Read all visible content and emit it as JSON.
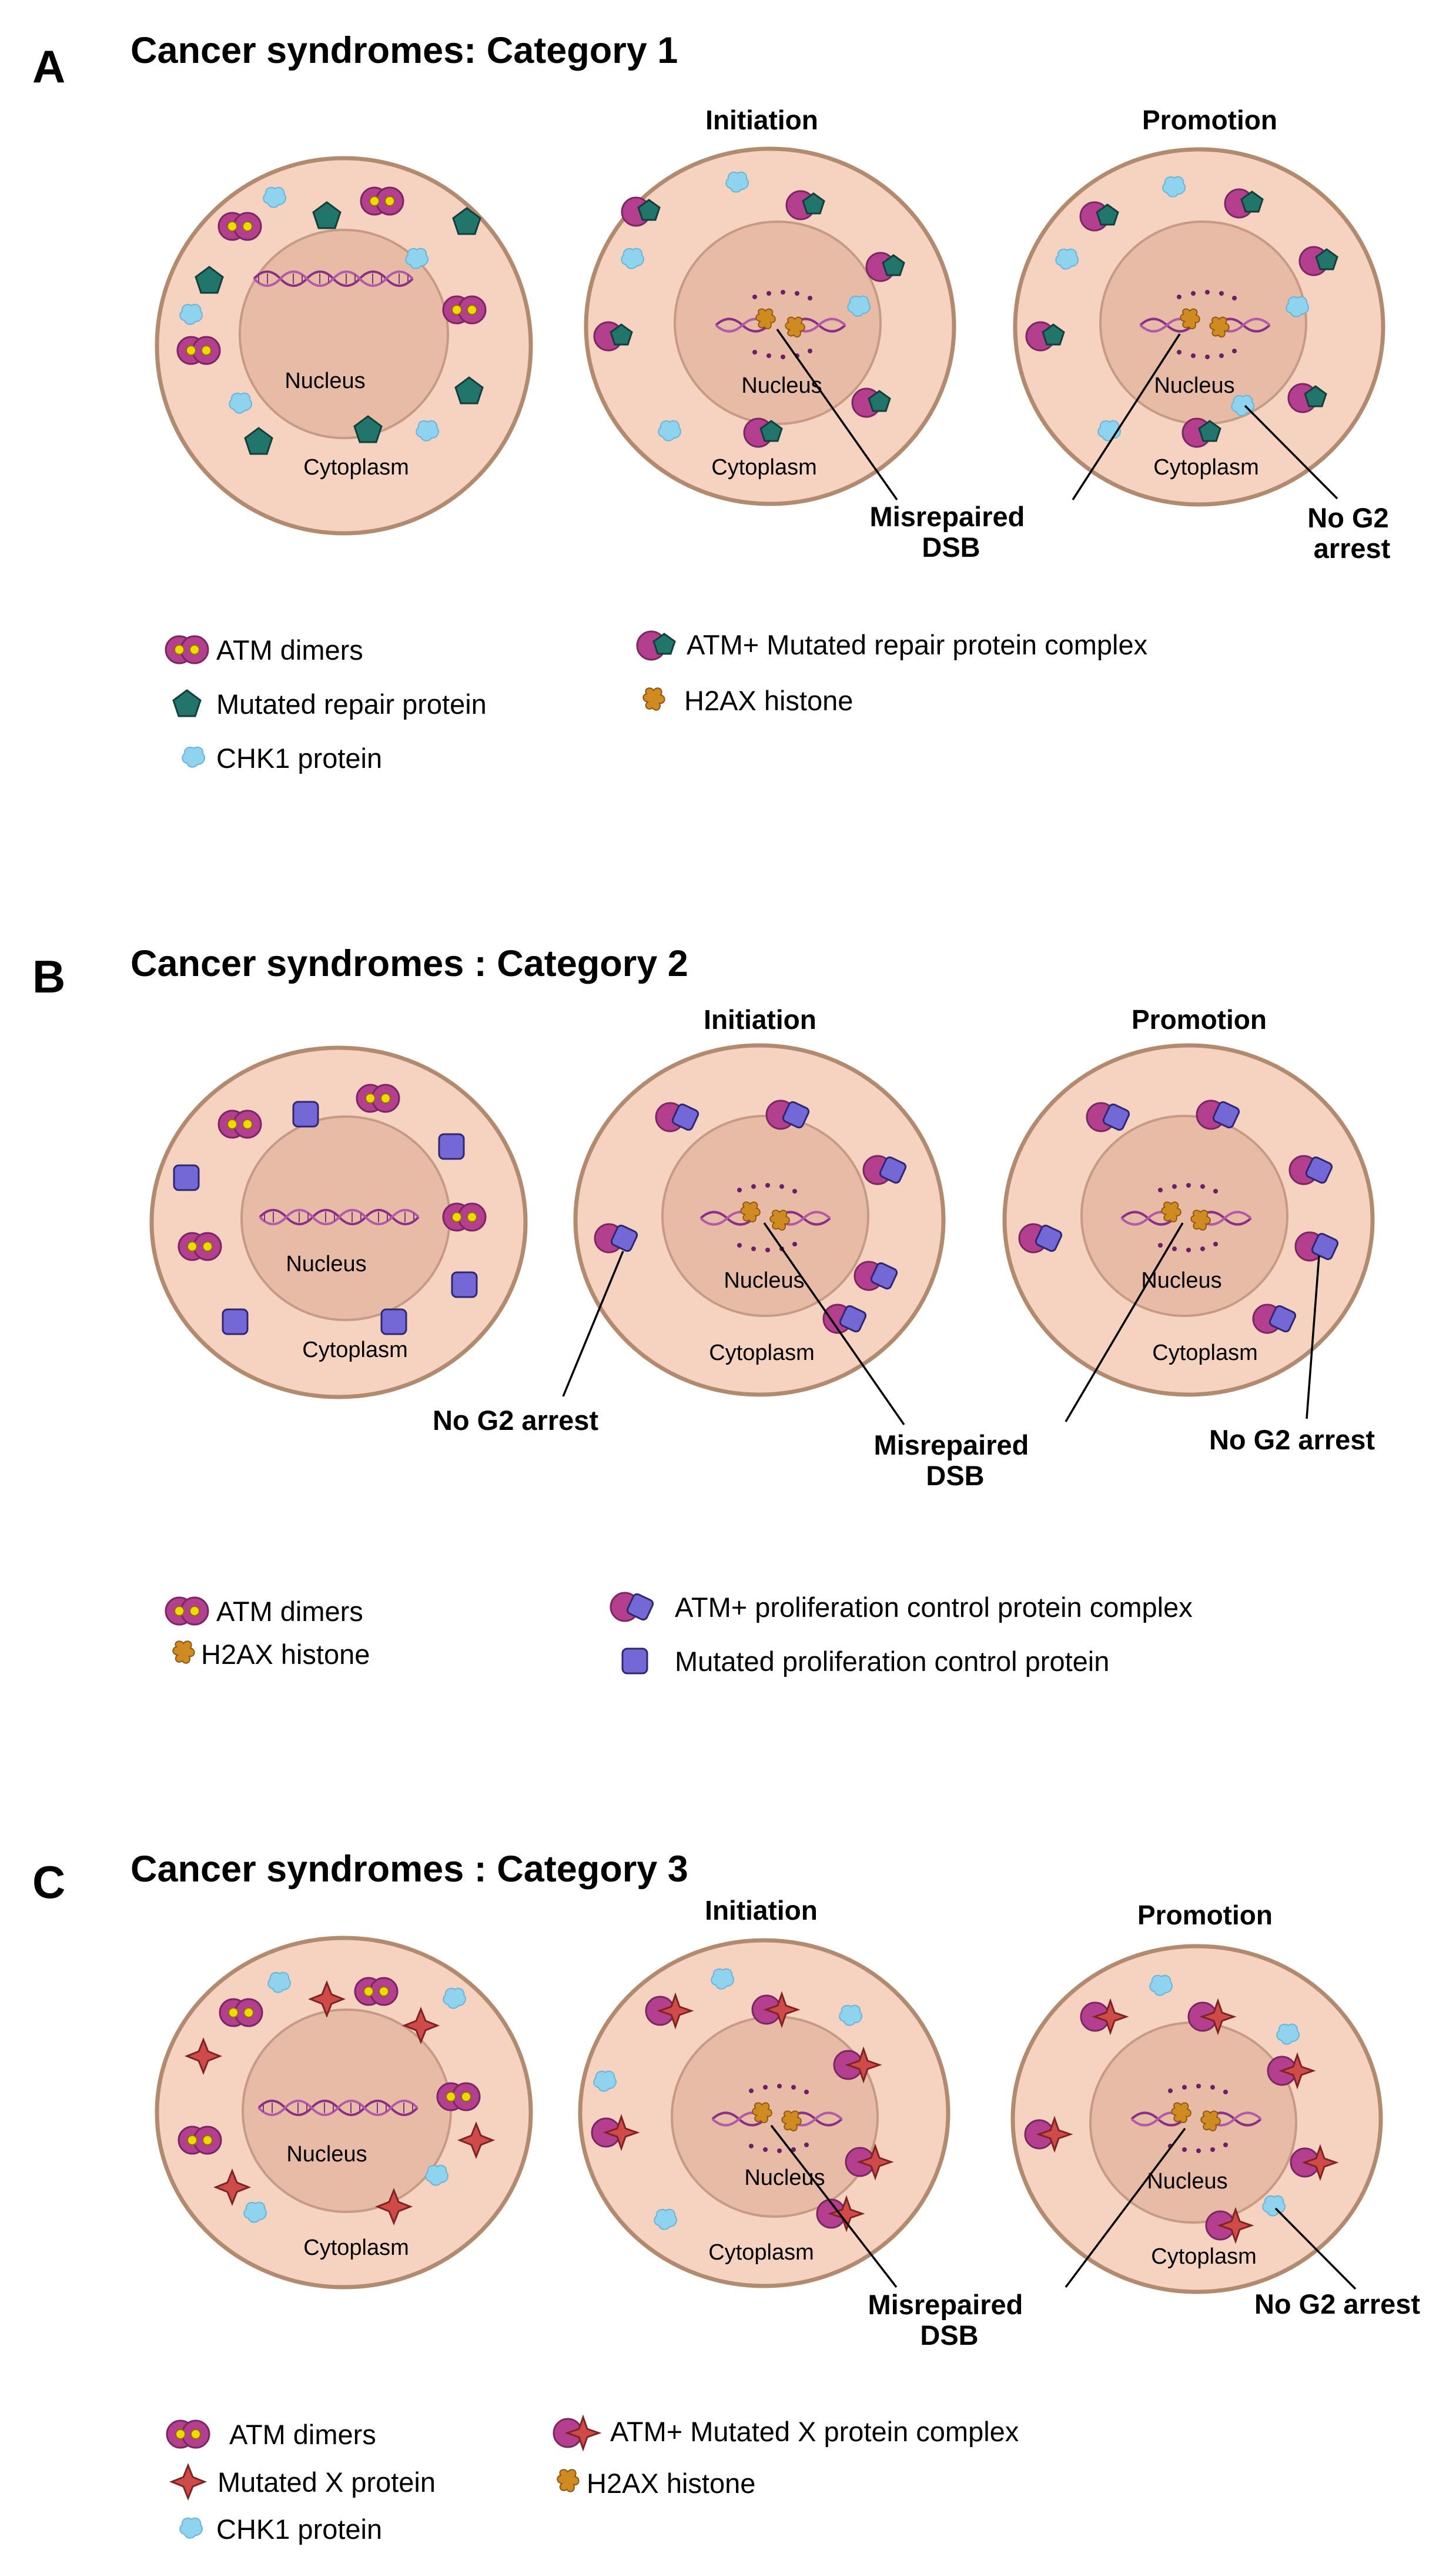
{
  "colors": {
    "cytoplasm": "#f6d2c0",
    "cell_border": "#b28a6f",
    "nucleus": "#e8bba6",
    "atm": "#b33f8e",
    "atm_core": "#f1d800",
    "repair_protein": "#22756b",
    "chk1": "#8fd3ef",
    "h2ax": "#d08a22",
    "proliferation_protein": "#7467d6",
    "x_protein": "#cf4b4a",
    "dna": "#8a2f86"
  },
  "icons": {
    "atm_dimer": "atm-dimer-icon",
    "repair_protein": "pentagon-icon",
    "chk1": "chk1-blob-icon",
    "h2ax": "h2ax-histone-icon",
    "proliferation_protein": "rounded-square-icon",
    "x_protein": "four-point-star-icon"
  },
  "panels": [
    {
      "letter": "A",
      "title": "Cancer syndromes: Category 1",
      "cells": [
        {
          "stage": "",
          "nucleus": "Nucleus",
          "cytoplasm": "Cytoplasm"
        },
        {
          "stage": "Initiation",
          "nucleus": "Nucleus",
          "cytoplasm": "Cytoplasm"
        },
        {
          "stage": "Promotion",
          "nucleus": "Nucleus",
          "cytoplasm": "Cytoplasm"
        }
      ],
      "callouts": [
        {
          "lines": [
            "Misrepaired",
            "DSB"
          ]
        },
        {
          "lines": [
            "No G2",
            "arrest"
          ]
        }
      ],
      "legend": [
        {
          "icon": "atm-dimer-icon",
          "label": "ATM dimers"
        },
        {
          "icon": "atm-repair-complex-icon",
          "label": "ATM+ Mutated repair protein complex"
        },
        {
          "icon": "pentagon-icon",
          "label": "Mutated repair  protein"
        },
        {
          "icon": "h2ax-histone-icon",
          "label": "H2AX histone"
        },
        {
          "icon": "chk1-blob-icon",
          "label": "CHK1 protein"
        }
      ]
    },
    {
      "letter": "B",
      "title": "Cancer syndromes : Category 2",
      "cells": [
        {
          "stage": "",
          "nucleus": "Nucleus",
          "cytoplasm": "Cytoplasm"
        },
        {
          "stage": "Initiation",
          "nucleus": "Nucleus",
          "cytoplasm": "Cytoplasm"
        },
        {
          "stage": "Promotion",
          "nucleus": "Nucleus",
          "cytoplasm": "Cytoplasm"
        }
      ],
      "callouts": [
        {
          "lines": [
            "No G2 arrest"
          ]
        },
        {
          "lines": [
            "Misrepaired",
            "DSB"
          ]
        },
        {
          "lines": [
            "No G2 arrest"
          ]
        }
      ],
      "legend": [
        {
          "icon": "atm-dimer-icon",
          "label": "ATM dimers"
        },
        {
          "icon": "atm-proliferation-complex-icon",
          "label": "ATM+ proliferation control protein complex"
        },
        {
          "icon": "h2ax-histone-icon",
          "label": "H2AX histone"
        },
        {
          "icon": "rounded-square-icon",
          "label": "Mutated proliferation control protein"
        }
      ]
    },
    {
      "letter": "C",
      "title": "Cancer syndromes : Category 3",
      "cells": [
        {
          "stage": "",
          "nucleus": "Nucleus",
          "cytoplasm": "Cytoplasm"
        },
        {
          "stage": "Initiation",
          "nucleus": "Nucleus",
          "cytoplasm": "Cytoplasm"
        },
        {
          "stage": "Promotion",
          "nucleus": "Nucleus",
          "cytoplasm": "Cytoplasm"
        }
      ],
      "callouts": [
        {
          "lines": [
            "Misrepaired",
            "DSB"
          ]
        },
        {
          "lines": [
            "No G2 arrest"
          ]
        }
      ],
      "legend": [
        {
          "icon": "atm-dimer-icon",
          "label": "ATM dimers"
        },
        {
          "icon": "atm-x-complex-icon",
          "label": "ATM+ Mutated X  protein complex"
        },
        {
          "icon": "four-point-star-icon",
          "label": "Mutated X protein"
        },
        {
          "icon": "h2ax-histone-icon",
          "label": "H2AX histone"
        },
        {
          "icon": "chk1-blob-icon",
          "label": "CHK1 protein"
        }
      ]
    }
  ]
}
